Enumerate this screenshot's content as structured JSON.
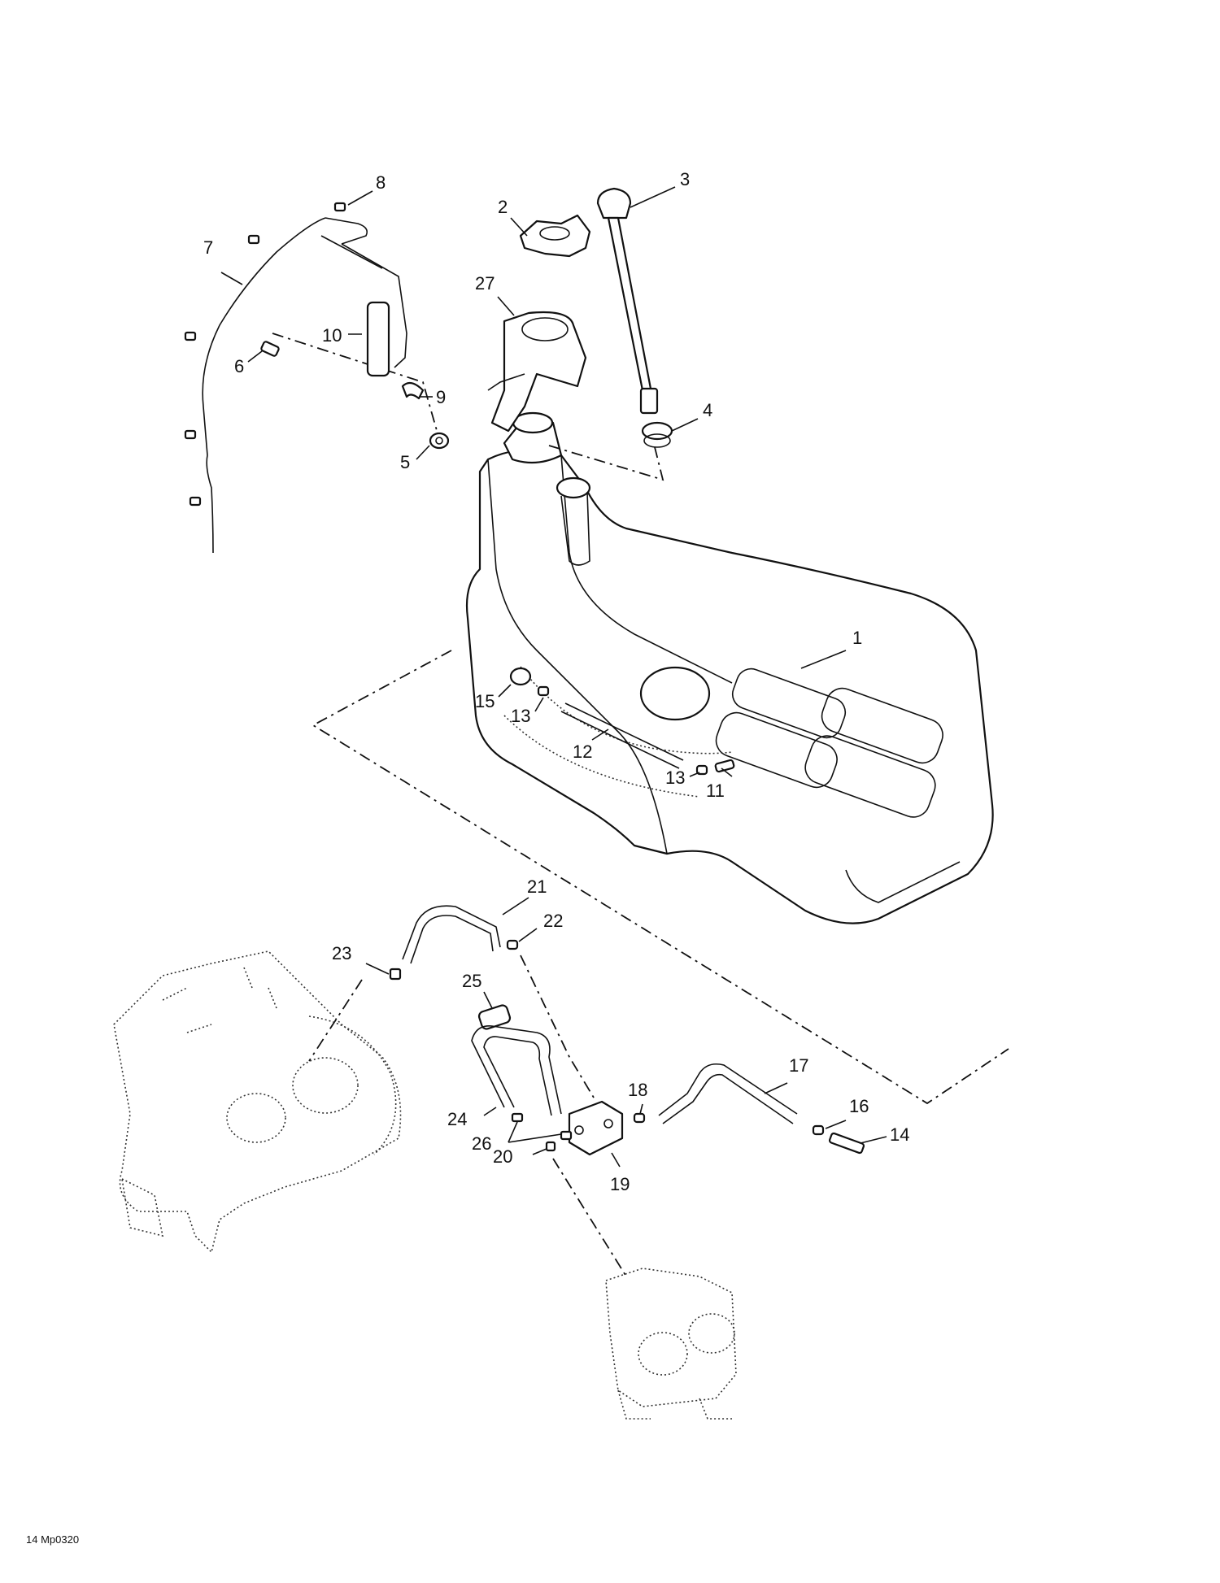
{
  "callouts": [
    {
      "id": "1",
      "label": "1"
    },
    {
      "id": "2",
      "label": "2"
    },
    {
      "id": "3",
      "label": "3"
    },
    {
      "id": "4",
      "label": "4"
    },
    {
      "id": "5",
      "label": "5"
    },
    {
      "id": "6",
      "label": "6"
    },
    {
      "id": "7",
      "label": "7"
    },
    {
      "id": "8",
      "label": "8"
    },
    {
      "id": "9",
      "label": "9"
    },
    {
      "id": "10",
      "label": "10"
    },
    {
      "id": "11",
      "label": "11"
    },
    {
      "id": "12",
      "label": "12"
    },
    {
      "id": "13a",
      "label": "13"
    },
    {
      "id": "13b",
      "label": "13"
    },
    {
      "id": "14",
      "label": "14"
    },
    {
      "id": "15",
      "label": "15"
    },
    {
      "id": "16",
      "label": "16"
    },
    {
      "id": "17",
      "label": "17"
    },
    {
      "id": "18",
      "label": "18"
    },
    {
      "id": "19",
      "label": "19"
    },
    {
      "id": "20",
      "label": "20"
    },
    {
      "id": "21",
      "label": "21"
    },
    {
      "id": "22",
      "label": "22"
    },
    {
      "id": "23",
      "label": "23"
    },
    {
      "id": "24",
      "label": "24"
    },
    {
      "id": "25",
      "label": "25"
    },
    {
      "id": "26",
      "label": "26"
    },
    {
      "id": "27",
      "label": "27"
    }
  ],
  "figure_ref": "14 Mp0320"
}
